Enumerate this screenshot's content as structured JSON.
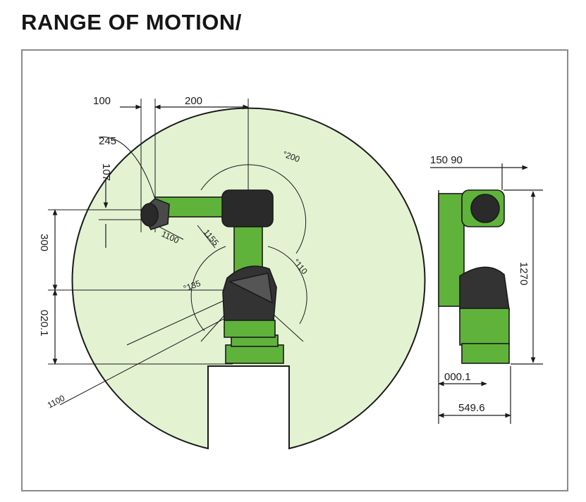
{
  "header": {
    "title": "RANGE OF MOTION/"
  },
  "colors": {
    "envelope_fill": "#e3f3d2",
    "robot_green": "#5fb33a",
    "robot_dark": "#2a2a2a",
    "line": "#1a1a1a"
  },
  "side_view": {
    "labels": {
      "top_left": "100",
      "top_right": "200",
      "offset_small": "245",
      "offset_vertical": "107",
      "upper_height": "300",
      "lower_height": "020.1",
      "bottom_left": "1100",
      "angle_top": "°200",
      "angle_left": "°135",
      "angle_right": "°110",
      "link_label_1": "1100",
      "link_label_2": "1155"
    }
  },
  "front_view": {
    "labels": {
      "top": "150 90",
      "height": "1270",
      "base_width": "000.1",
      "total_width": "549.6"
    }
  }
}
